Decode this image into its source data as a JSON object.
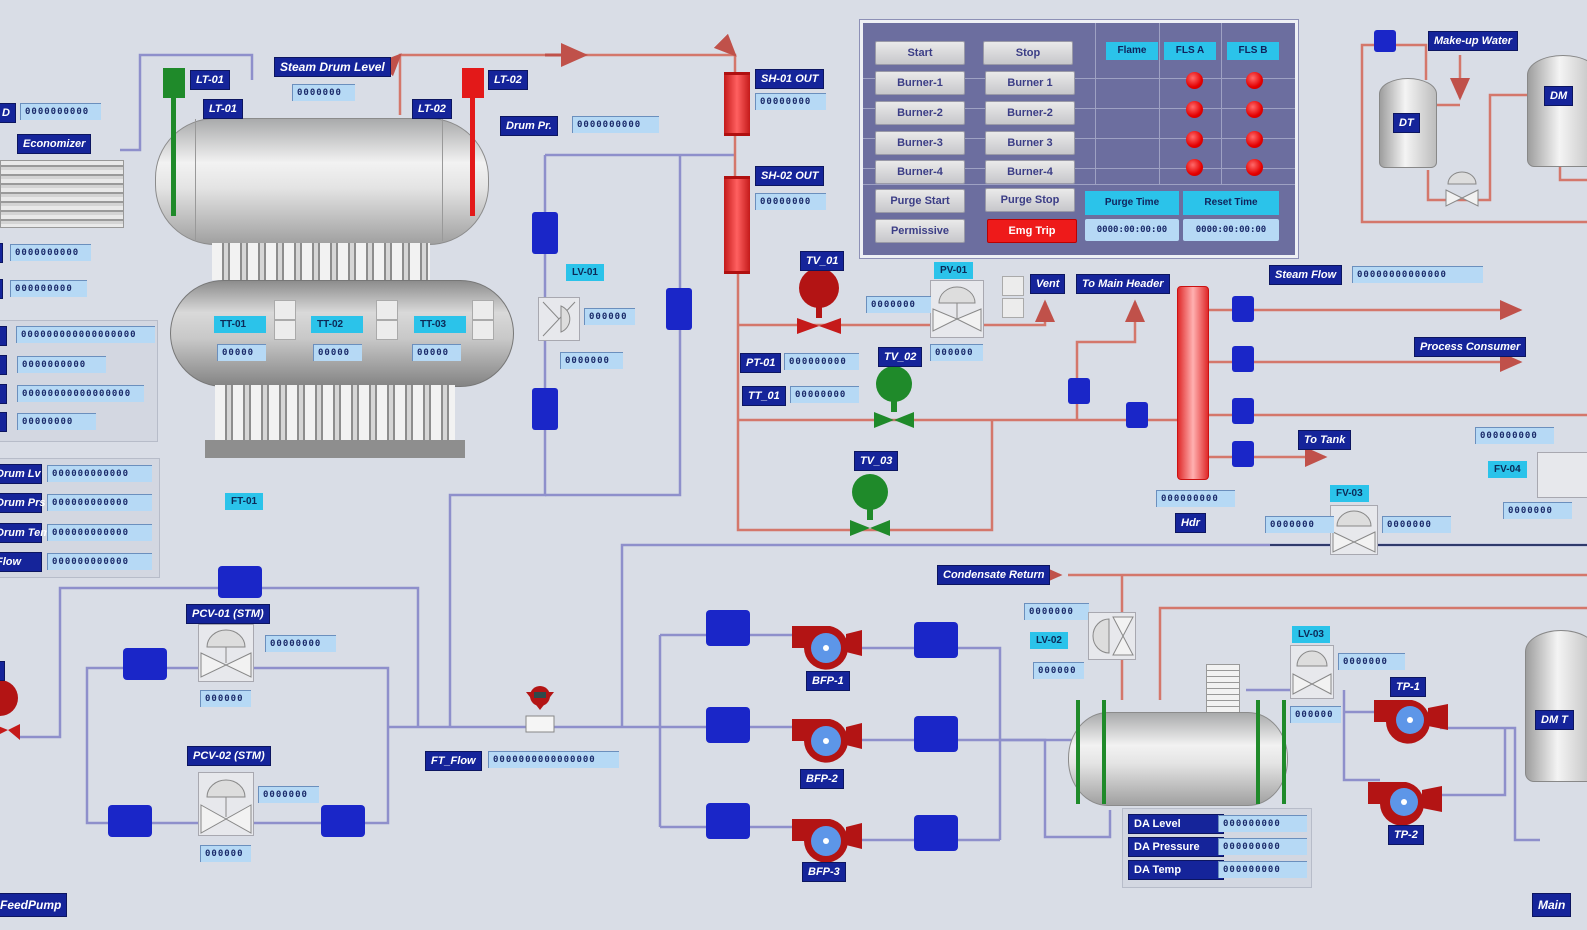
{
  "control_panel": {
    "buttons_left": [
      "Start",
      "Burner-1",
      "Burner-2",
      "Burner-3",
      "Burner-4",
      "Purge Start",
      "Permissive"
    ],
    "buttons_right": [
      "Stop",
      "Burner 1",
      "Burner-2",
      "Burner 3",
      "Burner-4",
      "Purge Stop",
      "Emg Trip"
    ],
    "headers": [
      "Flame",
      "FLS A",
      "FLS B"
    ],
    "status_rows": [
      {
        "fls_a": "off",
        "fls_b": "off"
      },
      {
        "fls_a": "off",
        "fls_b": "off"
      },
      {
        "fls_a": "off",
        "fls_b": "off"
      },
      {
        "fls_a": "off",
        "fls_b": "off"
      }
    ],
    "purge_time_label": "Purge Time",
    "reset_time_label": "Reset Time",
    "purge_time_value": "0000:00:00:00",
    "reset_time_value": "0000:00:00:00",
    "led_color": "#e40000"
  },
  "left": {
    "tag_top": "D",
    "val_top": "0000000000",
    "economizer_label": "Economizer",
    "val_a": "0000000000",
    "val_b": "000000000",
    "group1_values": [
      "000000000000000000",
      "0000000000",
      "00000000000000000",
      "00000000"
    ],
    "group2_labels": [
      "Drum Lv",
      "Drum Prs",
      "Drum Temp",
      "Flow"
    ],
    "group2_values": [
      "000000000000",
      "000000000000",
      "000000000000",
      "000000000000"
    ],
    "bottom_label": "FeedPump"
  },
  "boiler": {
    "steam_drum_level_label": "Steam Drum Level",
    "steam_drum_level_value": "0000000",
    "lt_left_tag": "LT-01",
    "lt_left_id": "LT-01",
    "lt_right_tag": "LT-02",
    "lt_right_id": "LT-02",
    "drum_pressure_label": "Drum Pr.",
    "drum_pressure_value": "0000000000",
    "mud_drum_tags": [
      "TT-01",
      "TT-02",
      "TT-03"
    ],
    "mud_drum_values": [
      "00000",
      "00000",
      "00000"
    ],
    "small_tag": "FT-01"
  },
  "center": {
    "sh_tag_1": "SH-01 OUT",
    "sh_val_1": "00000000",
    "sh_tag_2": "SH-02 OUT",
    "sh_val_2": "00000000",
    "cv_tag": "LV-01",
    "cv_val_1": "000000",
    "cv_val_2": "0000000",
    "tv_red_tag": "TV_01",
    "tv_green_tag": "TV_02",
    "tv_green2_tag": "TV_03",
    "pt_tag": "PT-01",
    "pt_val": "000000000",
    "tt_tag": "TT_01",
    "tt_val": "00000000",
    "pcv_tag": "PV-01",
    "pcv_val_left": "0000000",
    "pcv_val_bottom": "000000",
    "vent_label": "Vent",
    "to_header_label": "To Main Header",
    "main_steam_label": "Steam Flow",
    "main_steam_value": "00000000000000",
    "process_consumer_label": "Process Consumer",
    "header_tag": "Hdr",
    "header_val": "000000000",
    "to_tank_label": "To Tank",
    "fv_tag": "FV-03",
    "fv_val_left": "0000000",
    "fv_val_right": "0000000",
    "right_val_top": "000000000",
    "right_cyan": "FV-04",
    "right_val_bottom": "0000000"
  },
  "top_right": {
    "make_up_label": "Make-up Water",
    "tank1_label": "DT",
    "tank2_label": "DM"
  },
  "bottom": {
    "prv_top_tag": "PCV-01 (STM)",
    "prv_top_val": "00000000",
    "prv_top_bottom_val": "000000",
    "prv_bot_tag": "PCV-02 (STM)",
    "prv_bot_val": "0000000",
    "prv_bot_bottom_val": "000000",
    "flow_tag": "FT_Flow",
    "flow_val": "0000000000000000",
    "pumps": [
      "BFP-1",
      "BFP-2",
      "BFP-3"
    ],
    "cond_return_label": "Condensate Return",
    "lcv_val_top": "0000000",
    "lcv_cyan": "LV-02",
    "lcv_val_bottom": "000000",
    "deaerator_cv_cyan": "LV-03",
    "deaerator_cv_val": "0000000",
    "deaerator_cv_bottom": "000000",
    "transfer_pumps": [
      "TP-1",
      "TP-2"
    ],
    "da_rows": [
      {
        "label": "DA Level",
        "value": "000000000"
      },
      {
        "label": "DA Pressure",
        "value": "000000000"
      },
      {
        "label": "DA Temp",
        "value": "000000000"
      }
    ],
    "right_tank_label": "DM T",
    "corner_label": "Main"
  }
}
